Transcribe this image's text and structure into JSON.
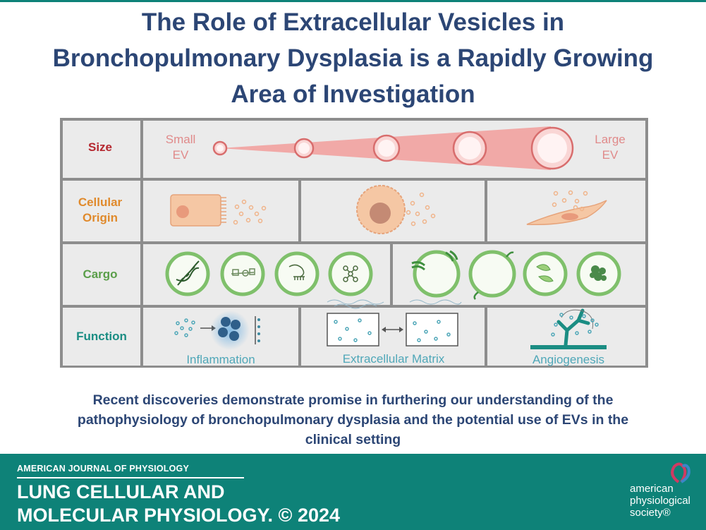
{
  "title": {
    "line1": "The Role of Extracellular Vesicles in",
    "line2": "Bronchopulmonary Dysplasia is a Rapidly Growing",
    "line3": "Area of Investigation"
  },
  "diagram": {
    "rows": {
      "size": "Size",
      "origin_line1": "Cellular",
      "origin_line2": "Origin",
      "cargo": "Cargo",
      "function": "Function"
    },
    "size_labels": {
      "small_line1": "Small",
      "small_line2": "EV",
      "large_line1": "Large",
      "large_line2": "EV"
    },
    "functions": [
      "Inflammation",
      "Extracellular Matrix",
      "Angiogenesis"
    ],
    "colors": {
      "size_label": "#b5272f",
      "origin_label": "#e08a2c",
      "cargo_label": "#5a9e4a",
      "function_label": "#1b8d83",
      "cell_fill": "#f5c7a4",
      "ev_fill": "#f3b7b4"
    }
  },
  "summary": {
    "line1": "Recent discoveries demonstrate promise in furthering our understanding of the",
    "line2": "pathophysiology of bronchopulmonary dysplasia and the potential use of EVs in the",
    "line3": "clinical setting"
  },
  "footer": {
    "journal": "AMERICAN JOURNAL OF PHYSIOLOGY",
    "name_line1": "LUNG CELLULAR AND",
    "name_line2": "MOLECULAR PHYSIOLOGY.",
    "copyright": "© 2024",
    "society_line1": "american",
    "society_line2": "physiological",
    "society_line3": "society®"
  }
}
